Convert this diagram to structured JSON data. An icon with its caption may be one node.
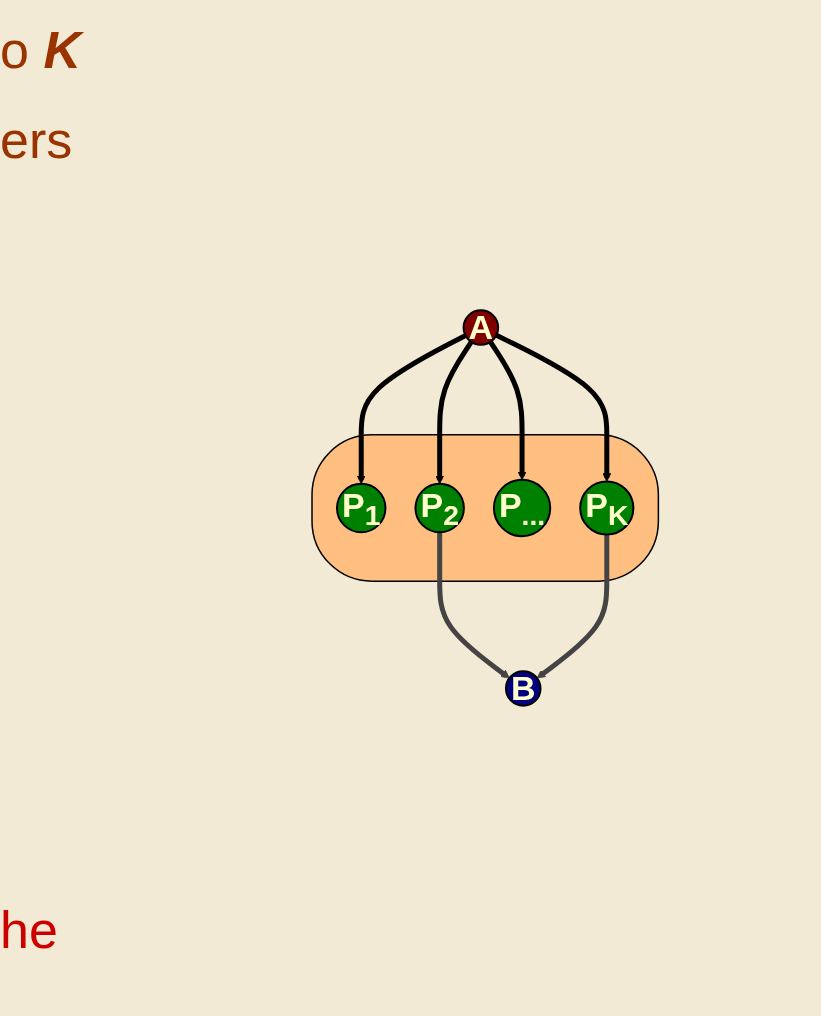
{
  "diagram": {
    "nodes": [
      {
        "text": [
          "A"
        ]
      },
      {
        "text": [],
        "shape": "cloud"
      },
      {
        "text": [
          "P$_{1}$"
        ],
        "in": 1
      },
      {
        "text": [
          "P$_{2}$"
        ],
        "in": 1
      },
      {
        "text": [
          "P$_{...}$"
        ],
        "in": 1
      },
      {
        "text": [
          "P$_{K}$"
        ],
        "in": 1
      },
      {
        "text": [
          "B"
        ]
      }
    ],
    "edges": [
      {
        "from": 0,
        "to": 2,
        "arrow": "to"
      },
      {
        "from": 0,
        "to": 3,
        "arrow": "to"
      },
      {
        "from": 0,
        "to": 4,
        "arrow": "to"
      },
      {
        "from": 0,
        "to": 5,
        "arrow": "to"
      },
      {
        "from": 3,
        "to": 6,
        "arrow": "to",
        "color": "#444444"
      },
      {
        "from": 5,
        "to": 6,
        "arrow": "to",
        "color": "#444444"
      }
    ],
    "labels": [
      "o **K**",
      "ers",
      "he"
    ]
  }
}
